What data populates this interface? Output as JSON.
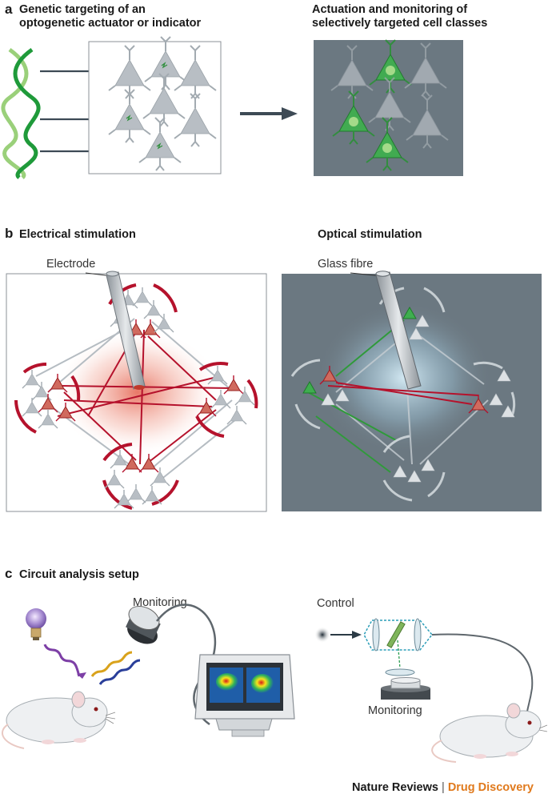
{
  "panel_a": {
    "label": "a",
    "left_title_line1": "Genetic targeting of an",
    "left_title_line2": "optogenetic actuator or indicator",
    "right_title_line1": "Actuation and monitoring of",
    "right_title_line2": "selectively targeted cell classes"
  },
  "panel_b": {
    "label": "b",
    "left_title": "Electrical stimulation",
    "right_title": "Optical stimulation",
    "electrode_label": "Electrode",
    "fibre_label": "Glass fibre"
  },
  "panel_c": {
    "label": "c",
    "title": "Circuit analysis setup",
    "monitoring_left": "Monitoring",
    "control_label": "Control",
    "monitoring_right": "Monitoring"
  },
  "footer": {
    "journal_a": "Nature Reviews",
    "separator": "|",
    "journal_b": "Drug Discovery"
  },
  "colors": {
    "dna_dark": "#1f9a3a",
    "dna_light": "#9ad07a",
    "neuron_gray": "#b8bec4",
    "neuron_green": "#3fae4f",
    "neuron_red": "#c24b4b",
    "axon_red": "#b5122c",
    "dark_panel": "#6b7881",
    "arrow": "#3d4a55",
    "brand_orange": "#e07a1d"
  }
}
